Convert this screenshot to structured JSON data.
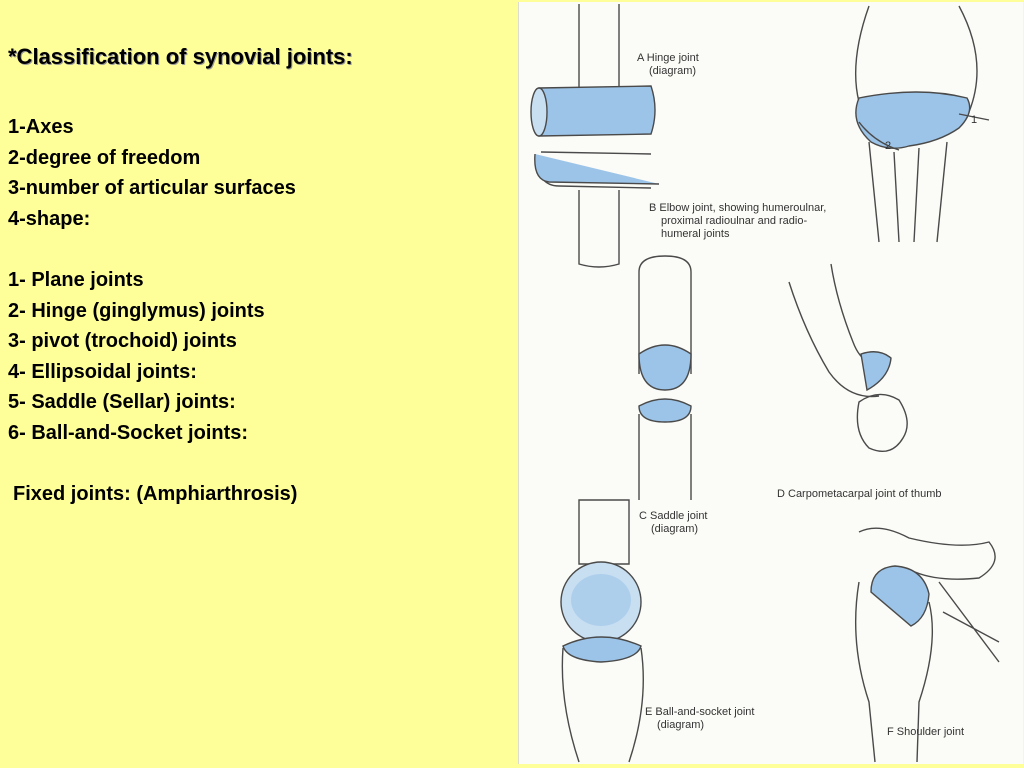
{
  "slide": {
    "title": "*Classification of synovial joints:",
    "criteria": [
      "1-Axes",
      "2-degree of freedom",
      "3-number of articular surfaces",
      "4-shape:"
    ],
    "types": [
      "1- Plane joints",
      "2- Hinge (ginglymus) joints",
      "3- pivot (trochoid) joints",
      "4- Ellipsoidal joints:",
      "5- Saddle (Sellar) joints:",
      "6- Ball-and-Socket joints:"
    ],
    "fixed": "Fixed joints: (Amphiarthrosis)"
  },
  "figure": {
    "captions": {
      "a_line1": "A Hinge joint",
      "a_line2": "(diagram)",
      "b_line1": "B  Elbow joint, showing humeroulnar,",
      "b_line2": "proximal radioulnar and radio-",
      "b_line3": "humeral joints",
      "b_num1": "1",
      "b_num2": "2",
      "c_line1": "C Saddle joint",
      "c_line2": "(diagram)",
      "d_line1": "D Carpometacarpal joint of thumb",
      "e_line1": "E Ball-and-socket joint",
      "e_line2": "(diagram)",
      "f_line1": "F Shoulder joint"
    }
  },
  "colors": {
    "background": "#ffff99",
    "cartilage_blue": "#9cc4e8",
    "line": "#4a4a4a"
  }
}
